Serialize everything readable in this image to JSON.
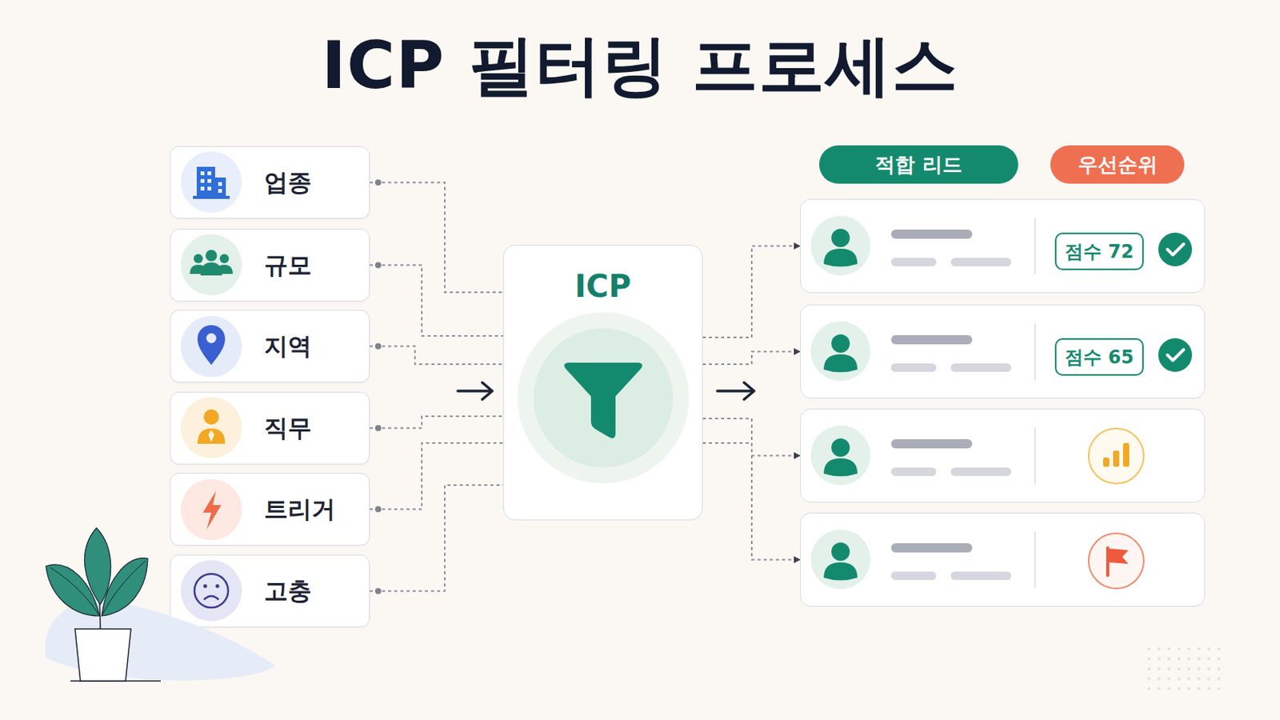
{
  "diagram": {
    "title": "ICP 필터링 프로세스",
    "nodes": [
      {
        "text": [
          "업종"
        ]
      },
      {
        "text": [
          "규모"
        ]
      },
      {
        "text": [
          "지역"
        ]
      },
      {
        "text": [
          "직무"
        ]
      },
      {
        "text": [
          "트리거"
        ]
      },
      {
        "text": [
          "고충"
        ]
      },
      {
        "text": [
          "ICP"
        ]
      },
      {
        "text": [
          "적합 리드"
        ]
      },
      {
        "text": [
          "우선순위"
        ]
      },
      {
        "text": []
      },
      {
        "text": [
          "점수 72"
        ],
        "in": 9
      },
      {
        "text": []
      },
      {
        "text": [
          "점수 65"
        ],
        "in": 11
      },
      {
        "text": []
      },
      {
        "text": []
      }
    ],
    "edges": [
      {
        "from": 0,
        "to": 6,
        "arrow": "none"
      },
      {
        "from": 1,
        "to": 6,
        "arrow": "none"
      },
      {
        "from": 2,
        "to": 6,
        "arrow": "none"
      },
      {
        "from": 3,
        "to": 6,
        "arrow": "none"
      },
      {
        "from": 4,
        "to": 6,
        "arrow": "none"
      },
      {
        "from": 5,
        "to": 6,
        "arrow": "none"
      },
      {
        "from": 6,
        "to": 9,
        "arrow": "to"
      },
      {
        "from": 6,
        "to": 11,
        "arrow": "to"
      },
      {
        "from": 6,
        "to": 13,
        "arrow": "to"
      },
      {
        "from": 6,
        "to": 14,
        "arrow": "to"
      }
    ]
  }
}
